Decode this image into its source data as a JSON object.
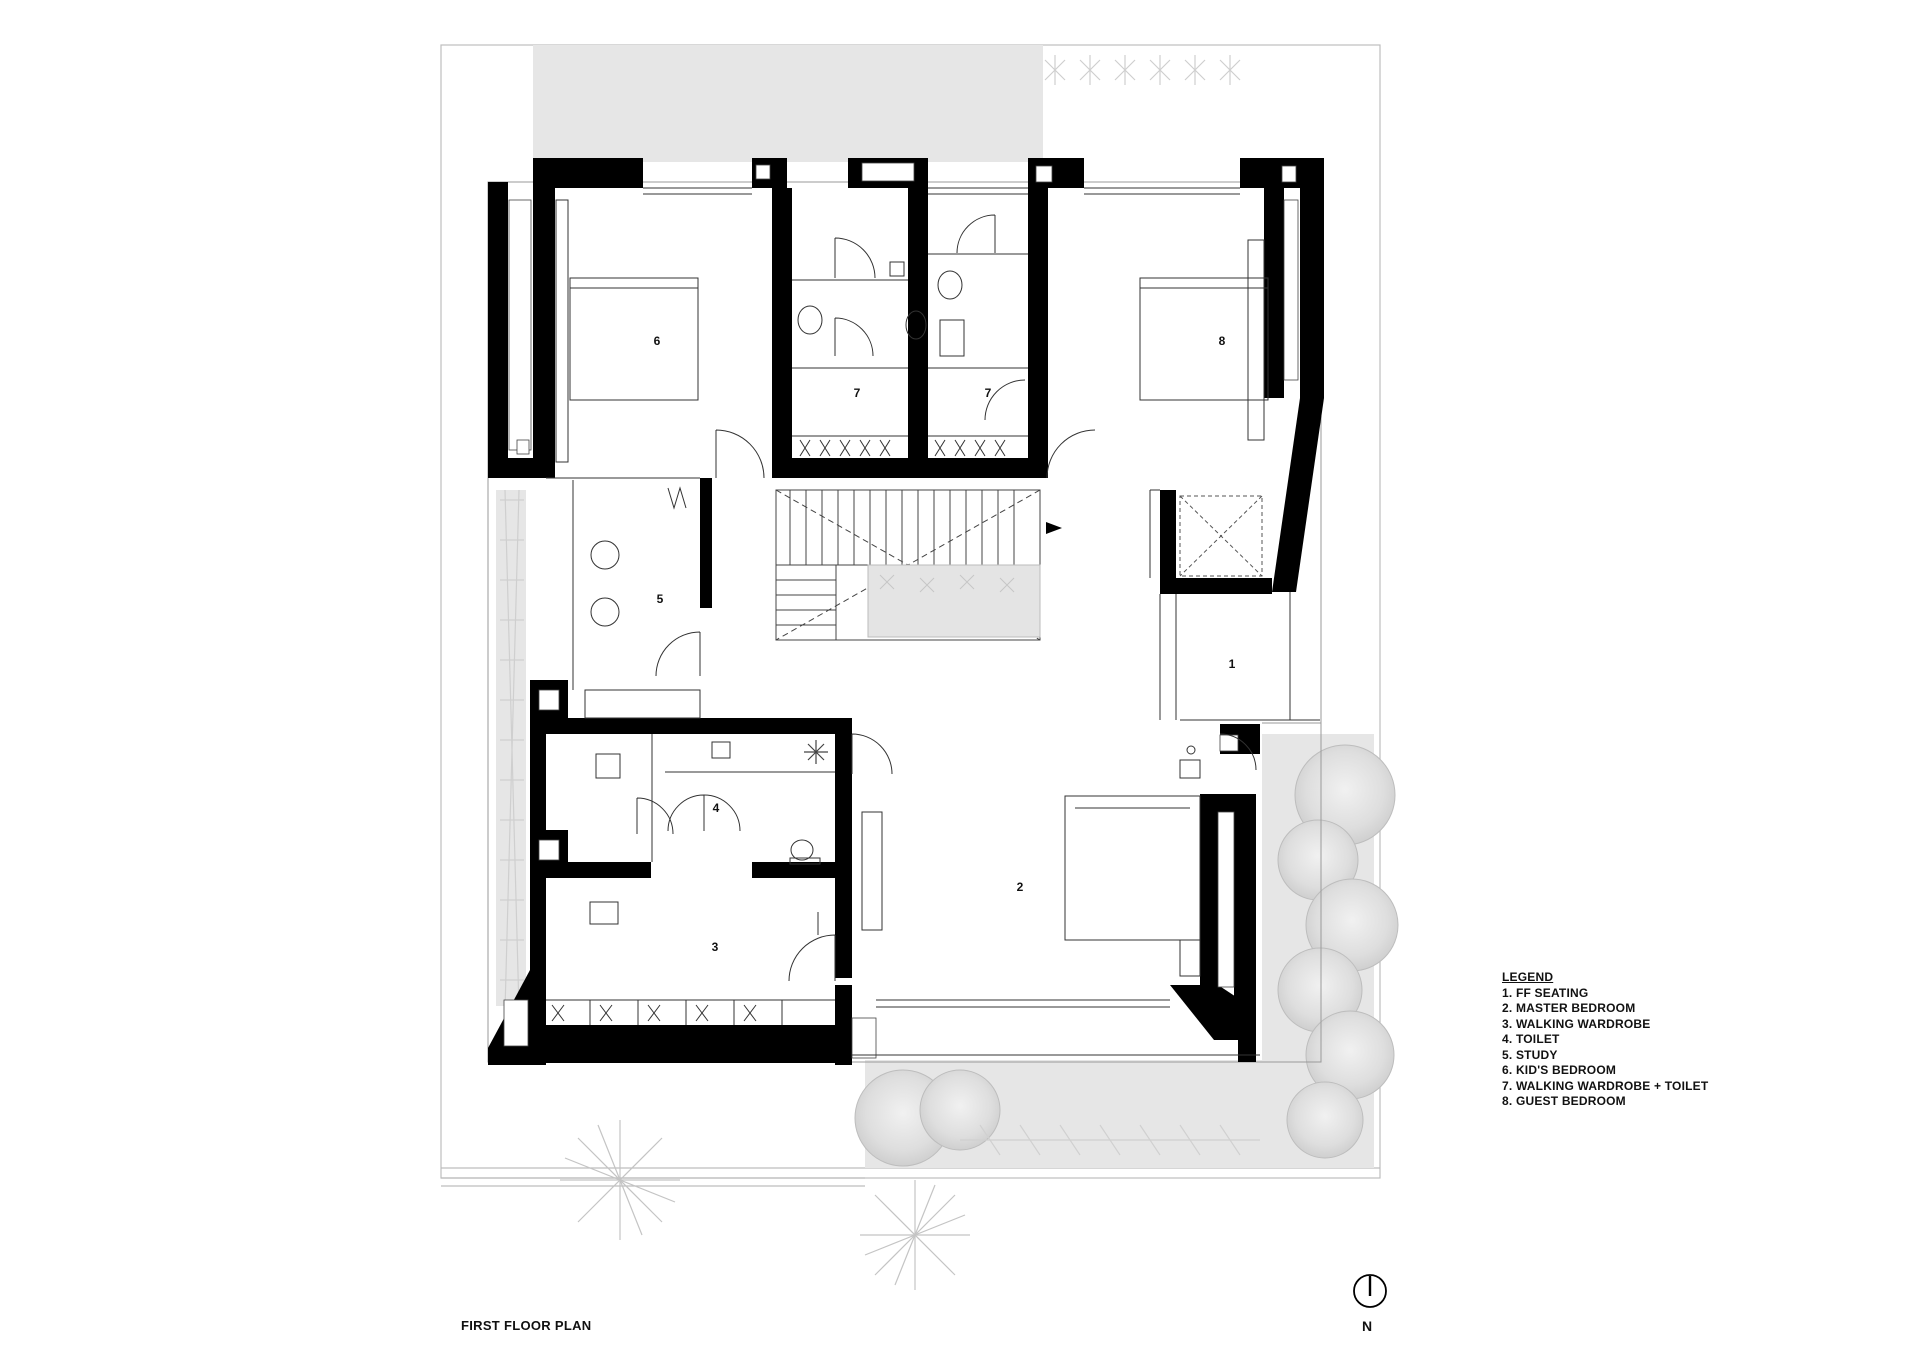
{
  "plan": {
    "title": "FIRST FLOOR PLAN",
    "north_label": "N",
    "wall_color": "#000000",
    "landscape_color": "#e6e6e6",
    "rooms": [
      {
        "id": "kids-bedroom",
        "number": "6"
      },
      {
        "id": "walking-wardrobe-toilet-left",
        "number": "7"
      },
      {
        "id": "walking-wardrobe-toilet-right",
        "number": "7"
      },
      {
        "id": "guest-bedroom",
        "number": "8"
      },
      {
        "id": "study",
        "number": "5"
      },
      {
        "id": "ff-seating",
        "number": "1"
      },
      {
        "id": "toilet",
        "number": "4"
      },
      {
        "id": "master-bedroom",
        "number": "2"
      },
      {
        "id": "walking-wardrobe",
        "number": "3"
      }
    ]
  },
  "legend": {
    "title": "LEGEND",
    "items": [
      "1. FF SEATING",
      "2. MASTER BEDROOM",
      "3. WALKING WARDROBE",
      "4. TOILET",
      "5. STUDY",
      "6. KID'S BEDROOM",
      "7. WALKING WARDROBE + TOILET",
      "8. GUEST BEDROOM"
    ]
  }
}
